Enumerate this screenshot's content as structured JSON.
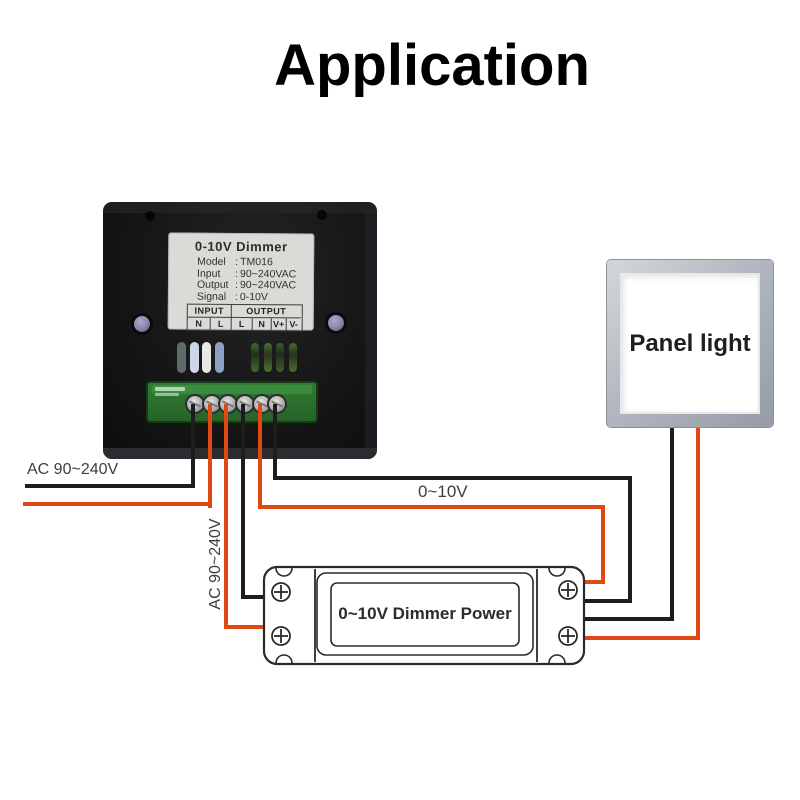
{
  "title": "Application",
  "dimmer": {
    "label": {
      "heading": "0-10V Dimmer",
      "sep": ":",
      "specs": [
        {
          "key": "Model",
          "value": "TM016"
        },
        {
          "key": "Input",
          "value": "90~240VAC"
        },
        {
          "key": "Output",
          "value": "90~240VAC"
        },
        {
          "key": "Signal",
          "value": "0-10V"
        }
      ],
      "terminal_groups": [
        {
          "label": "INPUT"
        },
        {
          "label": "OUTPUT"
        }
      ],
      "terminals": [
        "N",
        "L",
        "L",
        "N",
        "V+",
        "V-"
      ]
    }
  },
  "panel_light": {
    "label": "Panel light"
  },
  "dimmer_power": {
    "label": "0~10V Dimmer Power"
  },
  "wire_labels": {
    "ac_input": "AC 90~240V",
    "ac_to_power": "AC 90~240V",
    "signal": "0~10V"
  },
  "colors": {
    "wire_live": "#e04a12",
    "wire_neutral": "#1d1d1d",
    "pcb_green": "#2f7d33",
    "panel_frame": "#b3b8c0"
  }
}
